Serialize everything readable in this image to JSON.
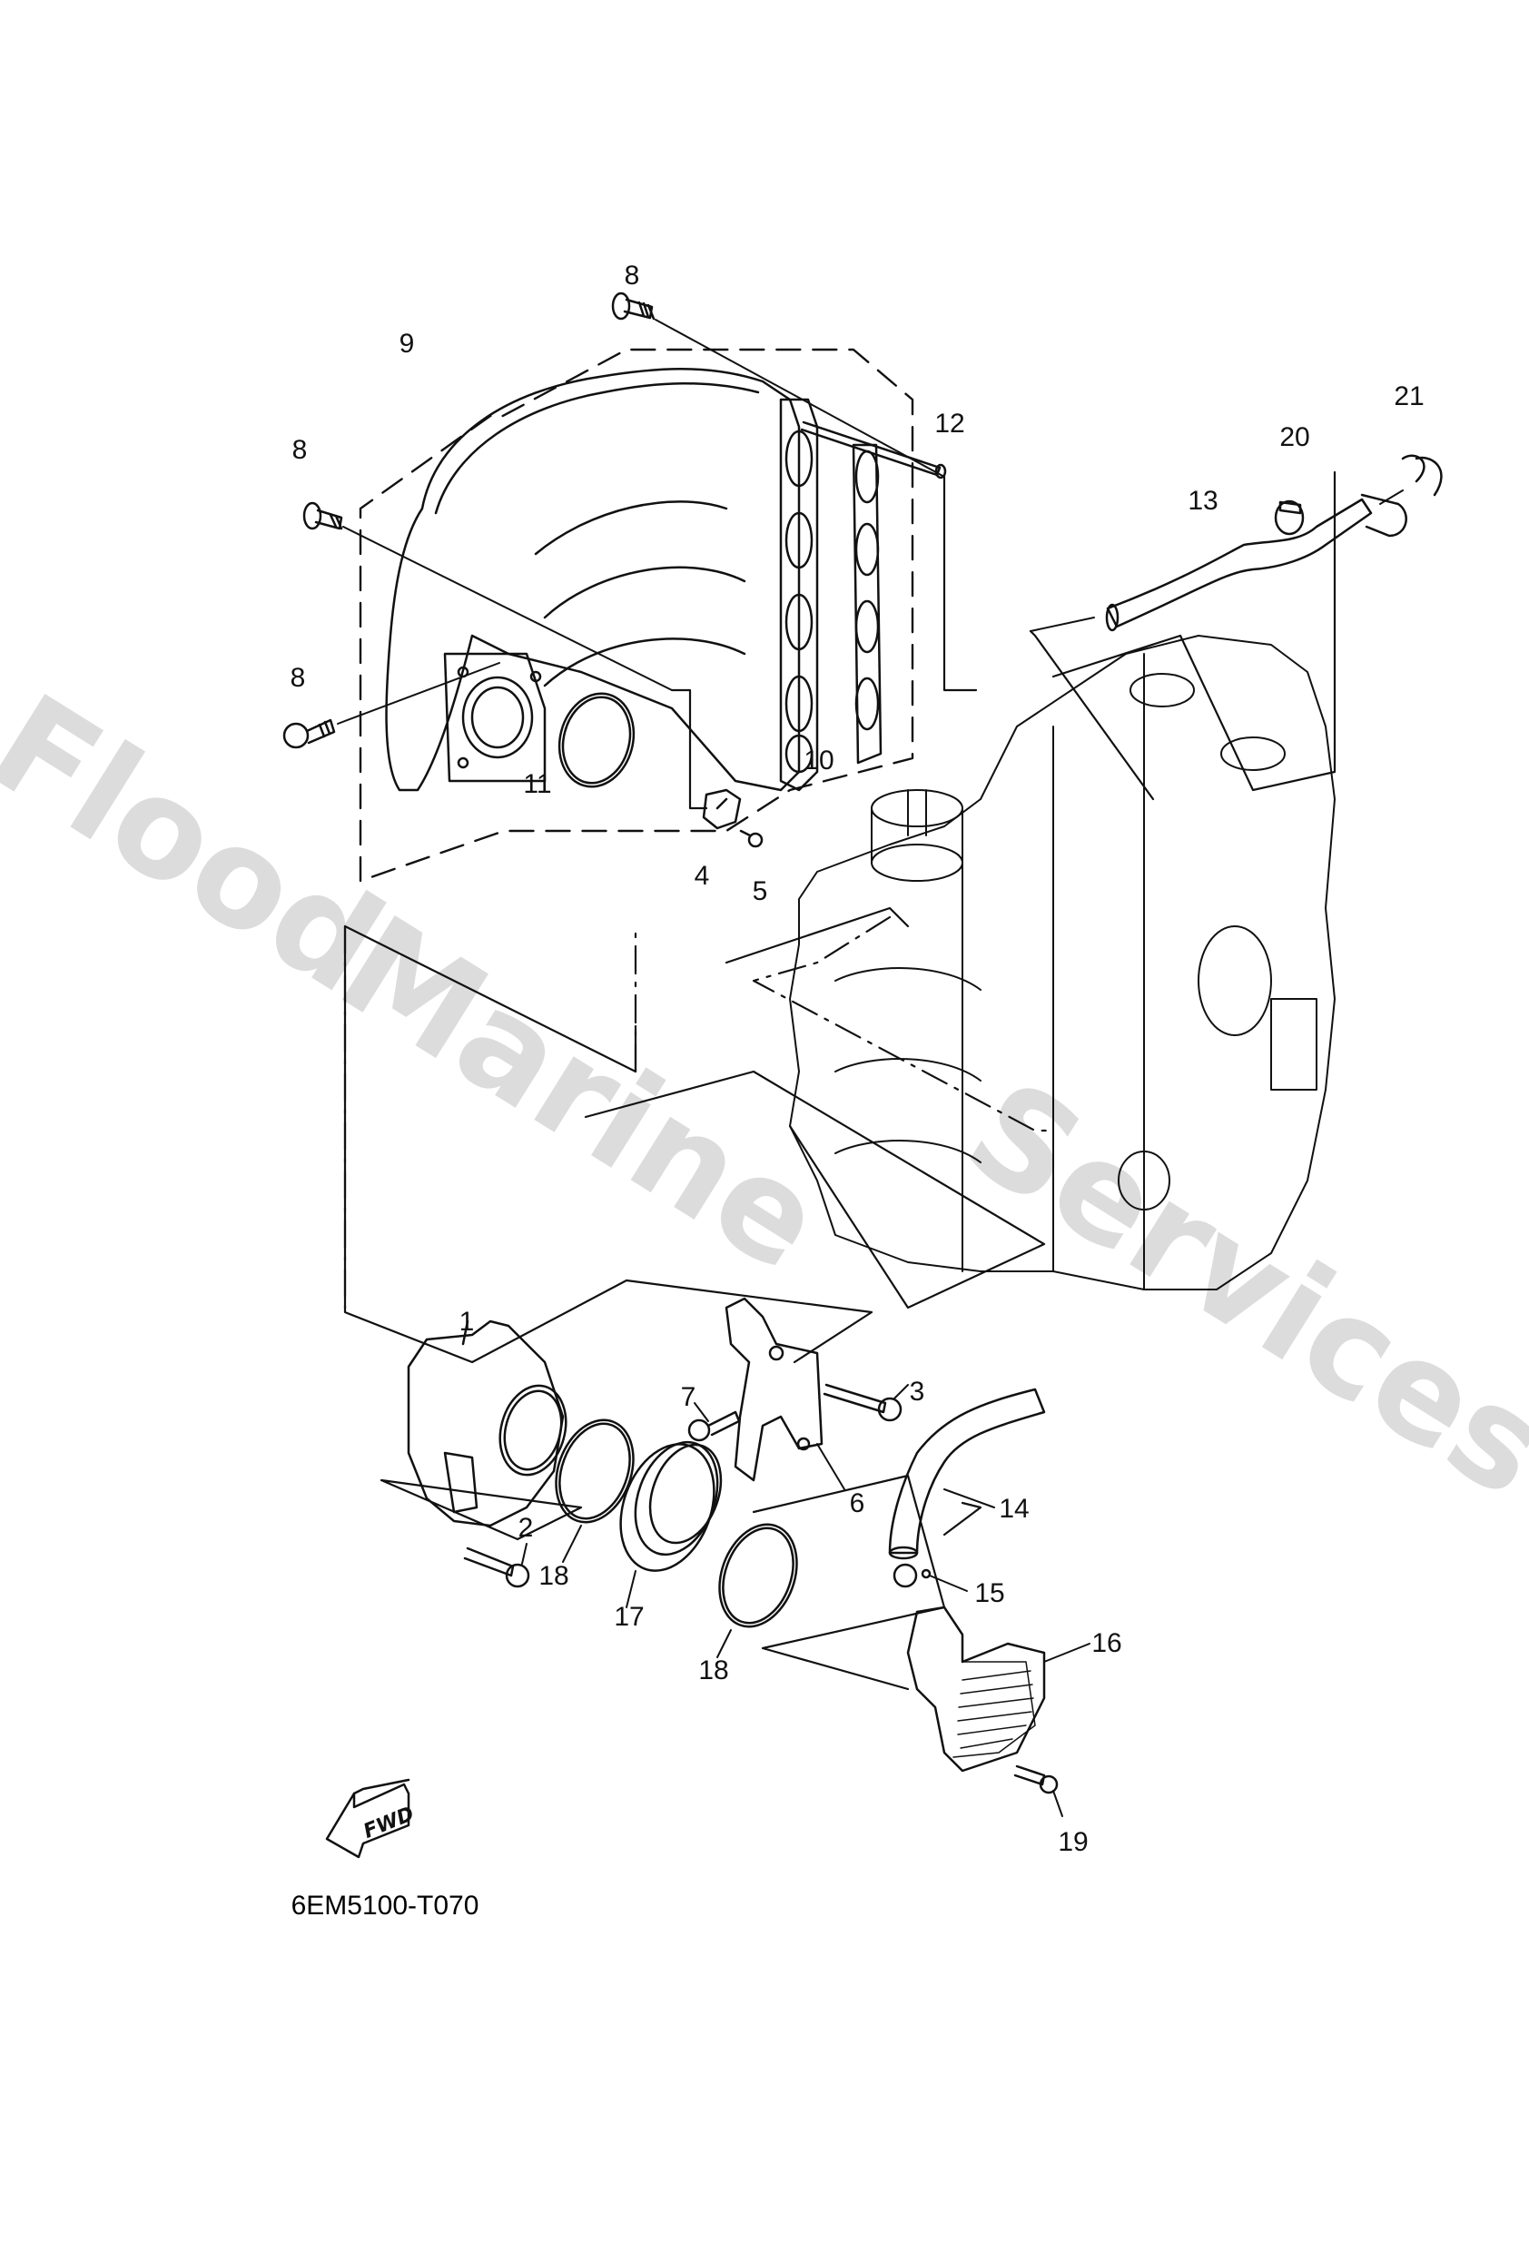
{
  "watermark": "Flood Marine Services",
  "diagram": {
    "part_code": "6EM5100-T070",
    "fwd_arrow_label": "FWD",
    "colors": {
      "line": "#111111",
      "watermark": "#dcdcdc",
      "background": "#ffffff"
    }
  },
  "callouts": [
    {
      "ref": "8",
      "part": "bolt-top"
    },
    {
      "ref": "9",
      "part": "intake-manifold"
    },
    {
      "ref": "8",
      "part": "bolt-left-upper"
    },
    {
      "ref": "12",
      "part": "dowel-pin"
    },
    {
      "ref": "21",
      "part": "clip"
    },
    {
      "ref": "20",
      "part": "hose-clamp"
    },
    {
      "ref": "13",
      "part": "hose"
    },
    {
      "ref": "8",
      "part": "bolt-left-lower"
    },
    {
      "ref": "10",
      "part": "manifold-gasket"
    },
    {
      "ref": "11",
      "part": "o-ring"
    },
    {
      "ref": "4",
      "part": "sensor"
    },
    {
      "ref": "5",
      "part": "screw"
    },
    {
      "ref": "1",
      "part": "throttle-body"
    },
    {
      "ref": "3",
      "part": "bolt"
    },
    {
      "ref": "7",
      "part": "bolt"
    },
    {
      "ref": "6",
      "part": "bracket"
    },
    {
      "ref": "14",
      "part": "hose"
    },
    {
      "ref": "2",
      "part": "bolt"
    },
    {
      "ref": "18",
      "part": "hose-clamp-left"
    },
    {
      "ref": "15",
      "part": "clip"
    },
    {
      "ref": "17",
      "part": "joint"
    },
    {
      "ref": "16",
      "part": "silencer"
    },
    {
      "ref": "18",
      "part": "hose-clamp-right"
    },
    {
      "ref": "19",
      "part": "bolt"
    }
  ]
}
